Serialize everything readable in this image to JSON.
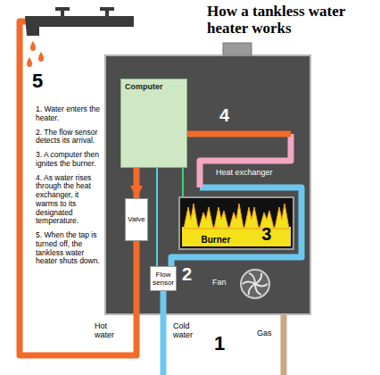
{
  "diagram": {
    "title": "How a tankless water heater works",
    "nodes": [
      {
        "text": [
          "Computer"
        ]
      },
      {
        "text": [
          "Valve"
        ]
      },
      {
        "text": [
          "Flow sensor"
        ]
      },
      {
        "text": [
          "Burner",
          "3"
        ]
      }
    ],
    "edges": [
      {
        "from": 0,
        "to": 1,
        "arrow": "to"
      },
      {
        "from": 2,
        "to": 0,
        "arrow": "none"
      }
    ],
    "labels": [
      "1. Water enters the heater.",
      "2. The flow sensor detects its arrival.",
      "3. A computer then ignites the burner.",
      "4. As water rises through the heat exchanger, it warms to its designated temperature.",
      "5. When the tap is turned off, the tankless water heater shuts down.",
      "5",
      "4",
      "Heat exchanger",
      "2",
      "Fan",
      "Hot water",
      "Cold water",
      "1",
      "Gas"
    ]
  }
}
